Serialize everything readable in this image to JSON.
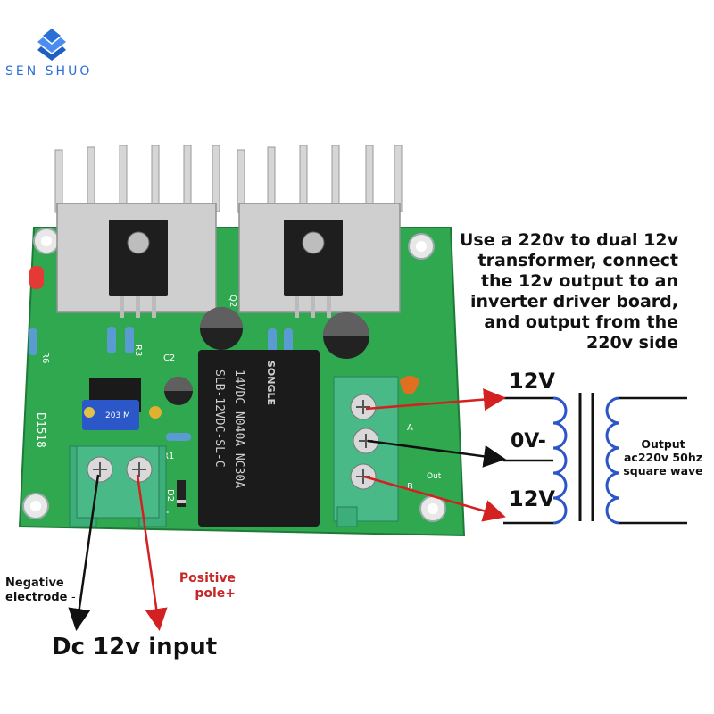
{
  "brand": {
    "name": "SEN SHUO",
    "accent_color": "#2a6fd6",
    "logo_icon": "stacked-chevrons-logo"
  },
  "instruction": {
    "lines": [
      "Use a 220v to dual 12v",
      "transformer, connect",
      "the 12v output to an",
      "inverter driver board,",
      "and output from the",
      "220v side"
    ]
  },
  "transformer_labels": {
    "top": "12V",
    "center": "0V-",
    "bottom": "12V",
    "output_lines": [
      "Output",
      "ac220v 50hz",
      "square wave"
    ]
  },
  "input_labels": {
    "negative": "Negative electrode",
    "negative_sign": "-",
    "positive": "Positive pole+",
    "dc_input": "Dc 12v input"
  },
  "board_silkscreen": {
    "relay_brand": "SONGLE",
    "relay_line1": "14VDC N040A NC30A",
    "relay_line2": "SLB-12VDC-SL-C",
    "ic2": "IC2",
    "r6": "R6",
    "r3": "R3",
    "q2": "Q2",
    "r1": "R1",
    "d2": "D2",
    "d1518": "D1518",
    "pot": "203 M",
    "out": "Out",
    "a": "A",
    "b": "B",
    "plus": "+"
  },
  "colors": {
    "pcb": "#2fa84f",
    "heatsink": "#c9c9c9",
    "terminal": "#3cae7a",
    "relay": "#1b1b1b",
    "arrow_red": "#d32020",
    "arrow_black": "#111111",
    "coil": "#2d55c8"
  }
}
